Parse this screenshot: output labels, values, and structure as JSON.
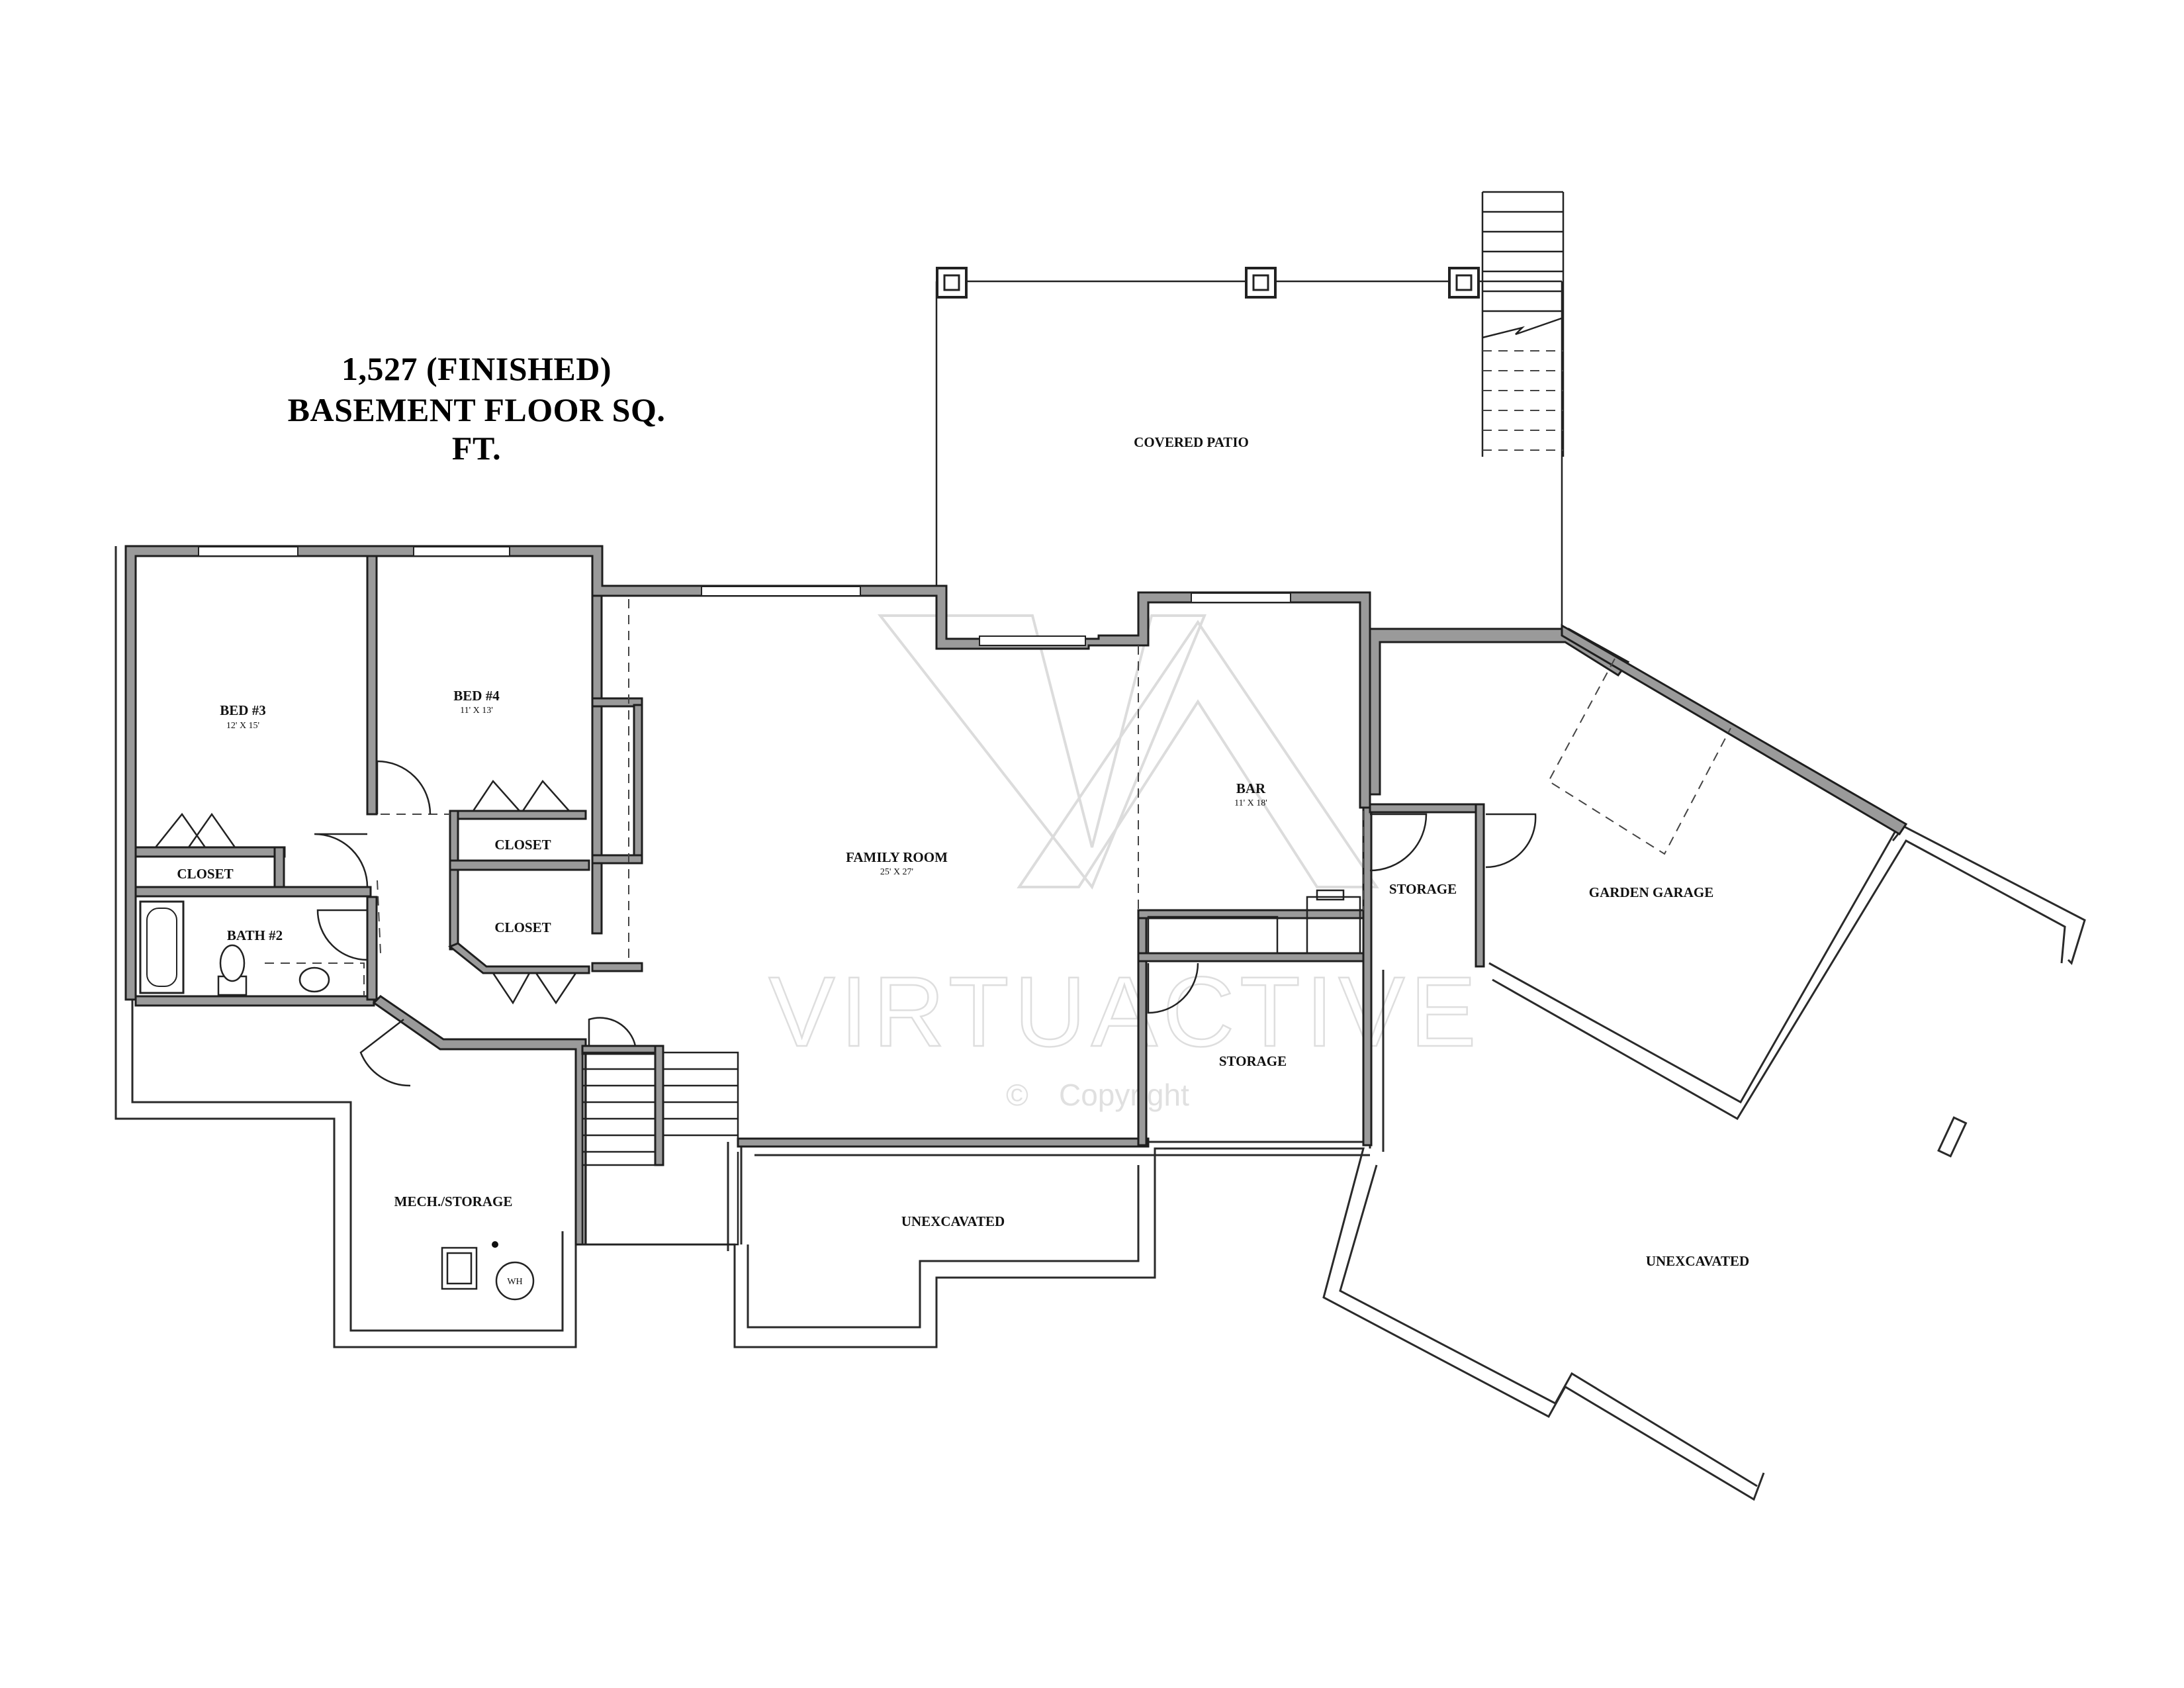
{
  "title": {
    "line1": "1,527 (FINISHED)",
    "line2": "BASEMENT FLOOR SQ. FT."
  },
  "rooms": {
    "covered_patio": "COVERED PATIO",
    "bed3": "BED #3",
    "bed3_dim": "12' X 15'",
    "bed4": "BED #4",
    "bed4_dim": "11' X 13'",
    "closet_bed3": "CLOSET",
    "closet_bed4": "CLOSET",
    "closet_hall": "CLOSET",
    "bath2": "BATH #2",
    "family_room": "FAMILY ROOM",
    "family_room_dim": "25' X 27'",
    "bar": "BAR",
    "bar_dim": "11' X 18'",
    "storage_small": "STORAGE",
    "storage_bar": "STORAGE",
    "garden_garage": "GARDEN GARAGE",
    "mech_storage": "MECH./STORAGE",
    "water_heater": "WH",
    "unexcavated_center": "UNEXCAVATED",
    "unexcavated_right": "UNEXCAVATED"
  },
  "watermark": {
    "brand": "VIRTUACTIVE",
    "copyright": "Copyright",
    "copyright_symbol": "©"
  }
}
